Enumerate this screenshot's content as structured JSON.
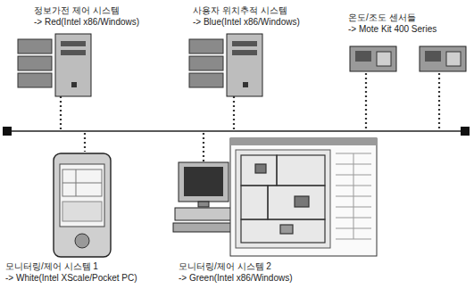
{
  "diagram": {
    "labels": [
      "정보가전 제어 시스템",
      "-> Red(Intel x86/Windows)",
      "사용자 위치추적 시스템",
      "-> Blue(Intel x86/Windows)",
      "온도/조도 센서들",
      "-> Mote Kit 400 Series",
      "모니터링/제어 시스템 1",
      "-> White(Intel XScale/Pocket PC)",
      "모니터링/제어 시스템 2",
      "-> Green(Intel x86/Windows)"
    ]
  }
}
